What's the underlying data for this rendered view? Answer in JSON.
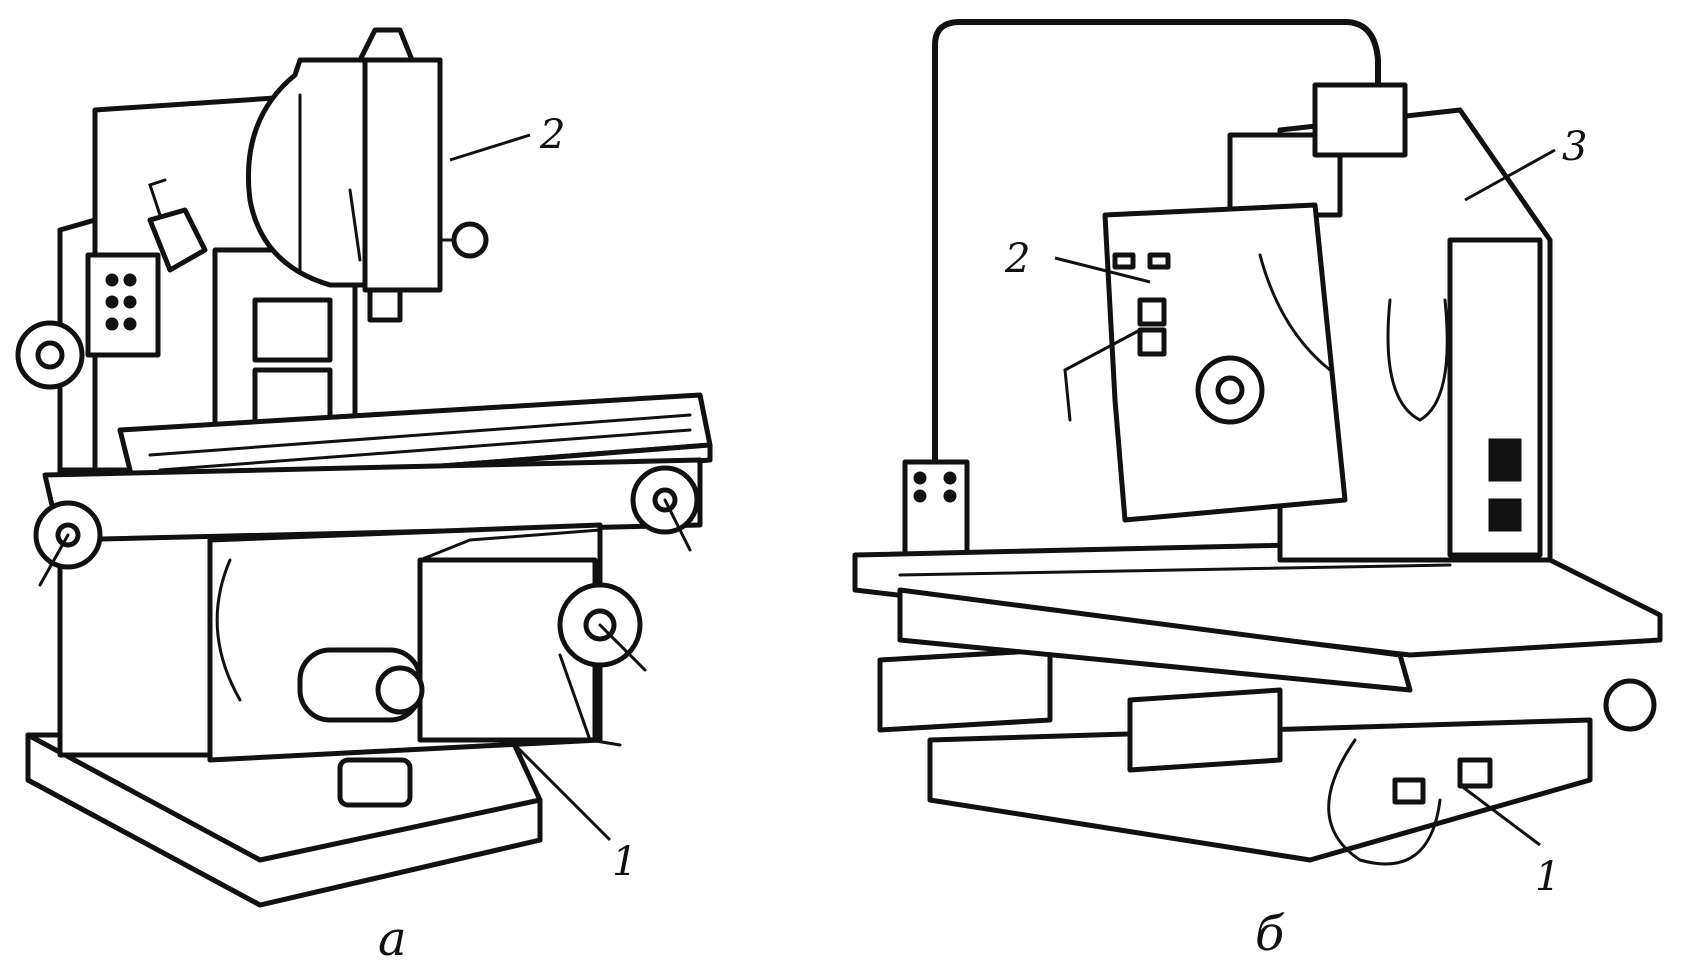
{
  "figure": {
    "machine_a": {
      "caption": "а",
      "labels": {
        "part_1": "1",
        "part_2": "2"
      }
    },
    "machine_b": {
      "caption": "б",
      "labels": {
        "part_1": "1",
        "part_2": "2",
        "part_3": "3"
      }
    }
  }
}
